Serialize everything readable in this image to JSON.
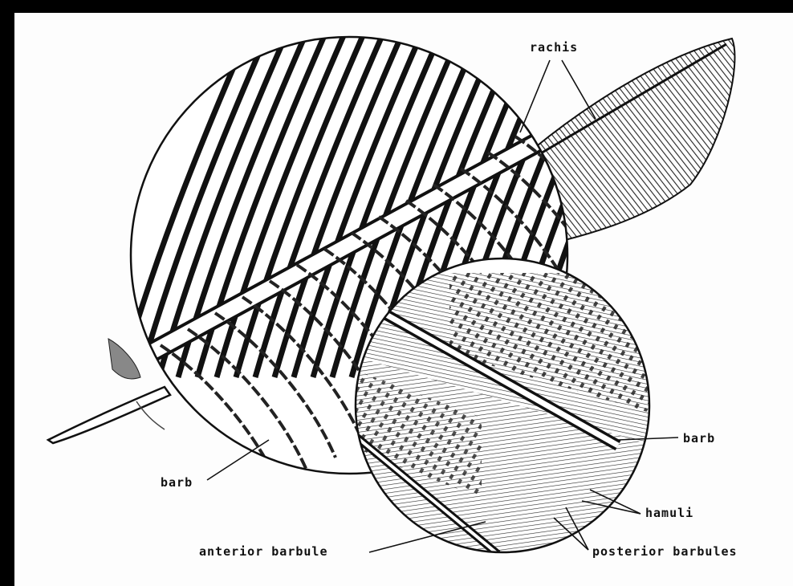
{
  "figure": {
    "labels": {
      "rachis": "rachis",
      "barb_left": "barb",
      "barb_right": "barb",
      "hamuli": "hamuli",
      "anterior_barbule": "anterior barbule",
      "posterior_barbules": "posterior barbules"
    }
  }
}
